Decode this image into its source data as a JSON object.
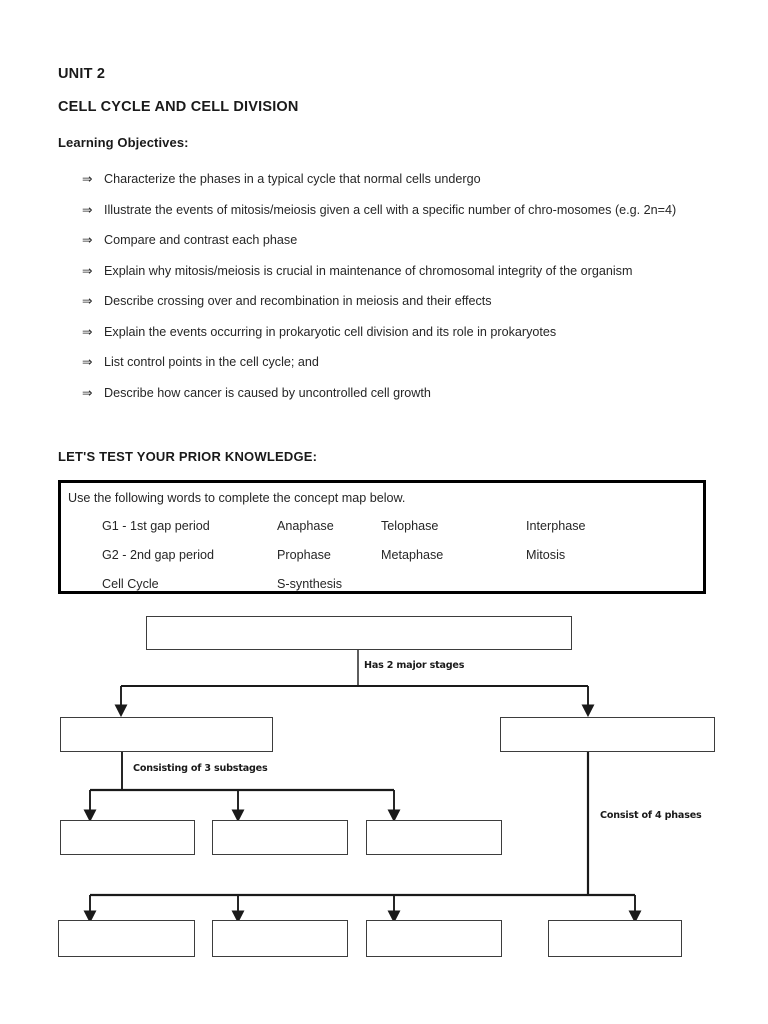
{
  "document": {
    "unit_title": "UNIT 2",
    "title": "CELL CYCLE AND CELL DIVISION",
    "objectives_heading": "Learning Objectives:",
    "bullet_glyph": "⇒",
    "objectives": [
      "Characterize the phases in a typical cycle that normal cells undergo",
      "Illustrate the events of mitosis/meiosis given a cell with a specific number of chro-mosomes (e.g. 2n=4)",
      "Compare and contrast each phase",
      "Explain why mitosis/meiosis is crucial in maintenance of chromosomal integrity of the organism",
      "Describe crossing over and recombination in meiosis and their effects",
      "Explain the events occurring in prokaryotic cell division and its role in prokaryotes",
      "List control points in the cell cycle; and",
      "Describe how cancer is caused by uncontrolled cell growth"
    ]
  },
  "prior_knowledge": {
    "heading": "LET'S TEST YOUR PRIOR KNOWLEDGE:",
    "wordbank": {
      "instruction": "Use the following words to complete the concept map below.",
      "rows": [
        [
          "G1 - 1st gap period",
          "Anaphase",
          "Telophase",
          "Interphase"
        ],
        [
          "G2 - 2nd gap period",
          "Prophase",
          "Metaphase",
          "Mitosis"
        ],
        [
          "Cell Cycle",
          "S-synthesis",
          "",
          ""
        ]
      ]
    }
  },
  "concept_map": {
    "connector_labels": {
      "has_two_major_stages": "Has 2 major stages",
      "consisting_of_3_substages": "Consisting of 3 substages",
      "consist_of_4_phases": "Consist of 4 phases"
    },
    "boxes": [
      {
        "name": "root-box",
        "value": ""
      },
      {
        "name": "stage-box-left",
        "value": ""
      },
      {
        "name": "stage-box-right",
        "value": ""
      },
      {
        "name": "substage-box-1",
        "value": ""
      },
      {
        "name": "substage-box-2",
        "value": ""
      },
      {
        "name": "substage-box-3",
        "value": ""
      },
      {
        "name": "phase-box-1",
        "value": ""
      },
      {
        "name": "phase-box-2",
        "value": ""
      },
      {
        "name": "phase-box-3",
        "value": ""
      },
      {
        "name": "phase-box-4",
        "value": ""
      }
    ]
  },
  "colors": {
    "text": "#262626",
    "box_border": "#3d3d3d",
    "wordbank_border": "#000000",
    "connector": "#1a1a1a"
  }
}
